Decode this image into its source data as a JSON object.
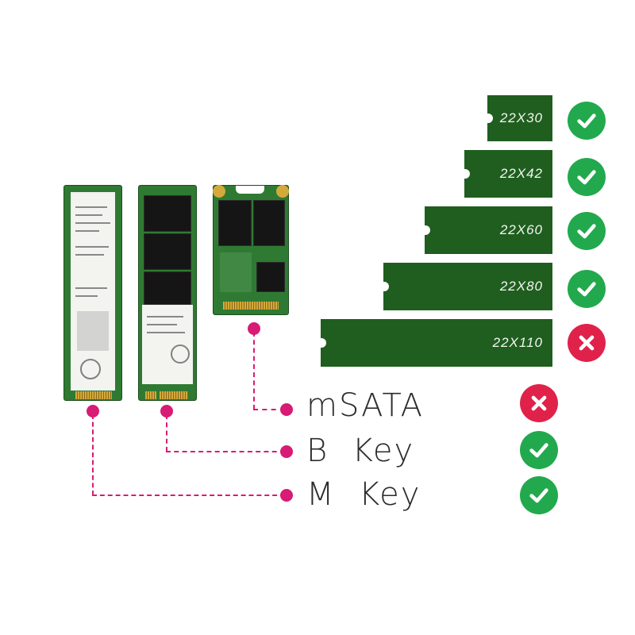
{
  "sizes": [
    {
      "label": "22X30",
      "supported": true
    },
    {
      "label": "22X42",
      "supported": true
    },
    {
      "label": "22X60",
      "supported": true
    },
    {
      "label": "22X80",
      "supported": true
    },
    {
      "label": "22X110",
      "supported": false
    }
  ],
  "keys": [
    {
      "label": "mSATA",
      "supported": false
    },
    {
      "label": "B  Key",
      "supported": true
    },
    {
      "label": "M  Key",
      "supported": true
    }
  ],
  "colors": {
    "pcb_green": "#1f5e1f",
    "check_green": "#22a94d",
    "cross_red": "#e0224b",
    "connector_pink": "#d81b74"
  },
  "icons": {
    "check": "check-icon",
    "cross": "cross-icon"
  }
}
